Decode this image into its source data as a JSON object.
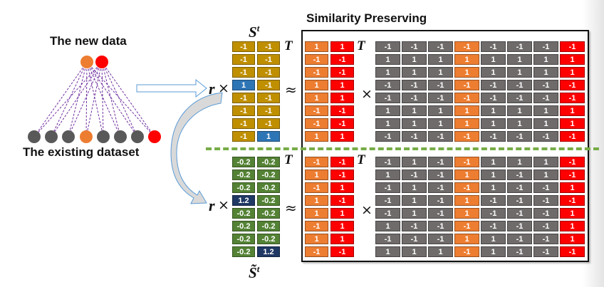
{
  "colors": {
    "orange": "#ed7d31",
    "red": "#ff0000",
    "gold": "#bf8f00",
    "blue": "#2e75b6",
    "green": "#548235",
    "navy": "#1f3864",
    "gray": "#6f6b6b",
    "edge": "#7030a0",
    "node_gray": "#595959",
    "divider": "#77ac46",
    "arrow_outline": "#5b9bd5"
  },
  "graph": {
    "new_data_label": "The new data",
    "existing_label": "The existing dataset",
    "new_nodes": [
      "orange",
      "red"
    ],
    "existing_nodes": [
      "gray",
      "gray",
      "gray",
      "orange",
      "gray",
      "gray",
      "gray",
      "red"
    ]
  },
  "title": "Similarity Preserving",
  "symbols": {
    "r": "r",
    "times": "×",
    "approx": "≈",
    "transpose": "T",
    "s_label": "S",
    "s_sup": "t",
    "s_tilde_label": "S̃",
    "s_tilde_sup": "t"
  },
  "top": {
    "S": [
      [
        "-1",
        "-1"
      ],
      [
        "-1",
        "-1"
      ],
      [
        "-1",
        "-1"
      ],
      [
        "1",
        "-1"
      ],
      [
        "-1",
        "-1"
      ],
      [
        "-1",
        "-1"
      ],
      [
        "-1",
        "-1"
      ],
      [
        "-1",
        "1"
      ]
    ],
    "S_colors": [
      [
        "gold",
        "gold"
      ],
      [
        "gold",
        "gold"
      ],
      [
        "gold",
        "gold"
      ],
      [
        "blue",
        "gold"
      ],
      [
        "gold",
        "gold"
      ],
      [
        "gold",
        "gold"
      ],
      [
        "gold",
        "gold"
      ],
      [
        "gold",
        "blue"
      ]
    ],
    "B_new": [
      [
        "1",
        "1"
      ],
      [
        "-1",
        "-1"
      ],
      [
        "-1",
        "-1"
      ],
      [
        "1",
        "1"
      ],
      [
        "1",
        "1"
      ],
      [
        "-1",
        "-1"
      ],
      [
        "-1",
        "-1"
      ],
      [
        "1",
        "1"
      ]
    ],
    "B_existing": [
      [
        "-1",
        "-1",
        "-1",
        "-1",
        "-1",
        "-1",
        "-1",
        "-1"
      ],
      [
        "1",
        "1",
        "1",
        "1",
        "1",
        "1",
        "1",
        "1"
      ],
      [
        "1",
        "1",
        "1",
        "1",
        "1",
        "1",
        "1",
        "1"
      ],
      [
        "-1",
        "-1",
        "-1",
        "-1",
        "-1",
        "-1",
        "-1",
        "-1"
      ],
      [
        "-1",
        "-1",
        "-1",
        "-1",
        "-1",
        "-1",
        "-1",
        "-1"
      ],
      [
        "1",
        "1",
        "1",
        "1",
        "1",
        "1",
        "1",
        "1"
      ],
      [
        "1",
        "1",
        "1",
        "1",
        "1",
        "1",
        "1",
        "1"
      ],
      [
        "-1",
        "-1",
        "-1",
        "-1",
        "-1",
        "-1",
        "-1",
        "-1"
      ]
    ]
  },
  "bottom": {
    "S": [
      [
        "-0.2",
        "-0.2"
      ],
      [
        "-0.2",
        "-0.2"
      ],
      [
        "-0.2",
        "-0.2"
      ],
      [
        "1.2",
        "-0.2"
      ],
      [
        "-0.2",
        "-0.2"
      ],
      [
        "-0.2",
        "-0.2"
      ],
      [
        "-0.2",
        "-0.2"
      ],
      [
        "-0.2",
        "1.2"
      ]
    ],
    "S_colors": [
      [
        "green",
        "green"
      ],
      [
        "green",
        "green"
      ],
      [
        "green",
        "green"
      ],
      [
        "navy",
        "green"
      ],
      [
        "green",
        "green"
      ],
      [
        "green",
        "green"
      ],
      [
        "green",
        "green"
      ],
      [
        "green",
        "navy"
      ]
    ],
    "B_new": [
      [
        "-1",
        "-1"
      ],
      [
        "1",
        "-1"
      ],
      [
        "-1",
        "1"
      ],
      [
        "1",
        "-1"
      ],
      [
        "1",
        "1"
      ],
      [
        "-1",
        "1"
      ],
      [
        "1",
        "1"
      ],
      [
        "-1",
        "-1"
      ]
    ],
    "B_existing": [
      [
        "-1",
        "1",
        "-1",
        "-1",
        "1",
        "1",
        "1",
        "-1"
      ],
      [
        "1",
        "-1",
        "-1",
        "1",
        "1",
        "-1",
        "1",
        "-1"
      ],
      [
        "-1",
        "1",
        "-1",
        "-1",
        "1",
        "-1",
        "-1",
        "1"
      ],
      [
        "-1",
        "1",
        "-1",
        "1",
        "-1",
        "-1",
        "-1",
        "-1"
      ],
      [
        "-1",
        "1",
        "-1",
        "1",
        "-1",
        "-1",
        "-1",
        "1"
      ],
      [
        "1",
        "-1",
        "-1",
        "-1",
        "-1",
        "-1",
        "-1",
        "1"
      ],
      [
        "-1",
        "-1",
        "-1",
        "1",
        "1",
        "-1",
        "-1",
        "1"
      ],
      [
        "1",
        "1",
        "1",
        "-1",
        "1",
        "-1",
        "-1",
        "-1"
      ]
    ]
  },
  "existing_col_colors": [
    "gray",
    "gray",
    "gray",
    "orange",
    "gray",
    "gray",
    "gray",
    "red"
  ]
}
